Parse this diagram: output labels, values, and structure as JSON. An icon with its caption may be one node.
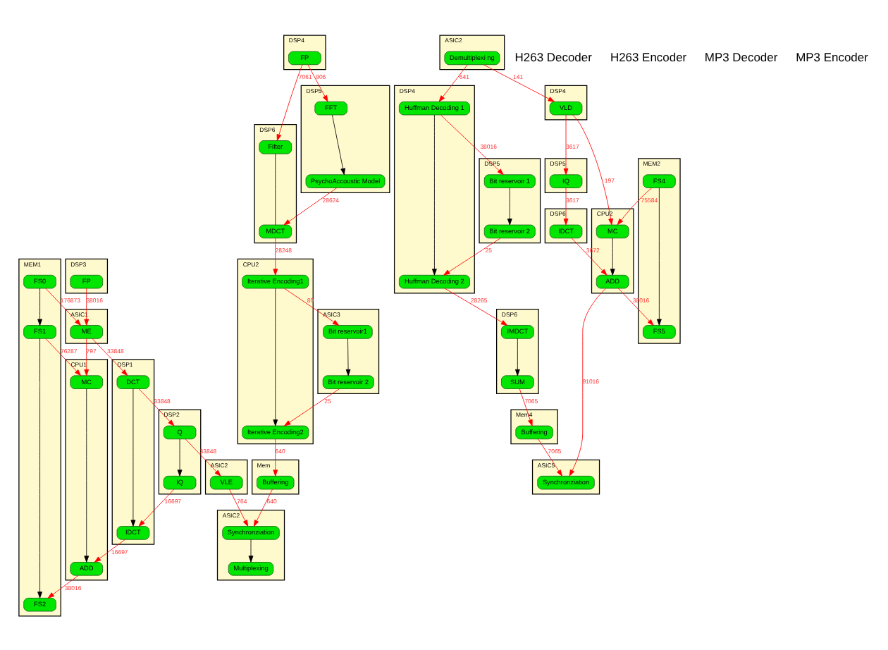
{
  "diagram": {
    "nodes": [
      {
        "text": [
          "ASIC1"
        ]
      },
      {
        "text": [
          "ME"
        ],
        "in": 0
      },
      {
        "text": [
          "DSP1"
        ]
      },
      {
        "text": [
          "DCT"
        ],
        "in": 2
      },
      {
        "text": [
          "IDCT"
        ],
        "in": 2
      },
      {
        "text": [
          "DSP2"
        ]
      },
      {
        "text": [
          "Q"
        ],
        "in": 5
      },
      {
        "text": [
          "IQ"
        ],
        "in": 5
      },
      {
        "text": [
          "DSP3"
        ]
      },
      {
        "text": [
          "FP"
        ],
        "in": 8
      },
      {
        "text": [
          "ASIC2"
        ]
      },
      {
        "text": [
          "VLE"
        ],
        "in": 10
      },
      {
        "text": [
          "CPU1"
        ]
      },
      {
        "text": [
          "MC"
        ],
        "in": 12
      },
      {
        "text": [
          "ADD"
        ],
        "in": 12
      },
      {
        "text": [
          "MEM1"
        ]
      },
      {
        "text": [
          "FS0"
        ],
        "in": 15
      },
      {
        "text": [
          "FS1"
        ],
        "in": 15
      },
      {
        "text": [
          "FS2"
        ],
        "in": 15
      },
      {
        "text": [
          "ASIC2"
        ]
      },
      {
        "text": [
          "Synchronziation"
        ],
        "in": 19
      },
      {
        "text": [
          "Multiplexing"
        ],
        "in": 19
      },
      {
        "text": [
          "DSP4"
        ]
      },
      {
        "text": [
          "FP"
        ],
        "in": 22
      },
      {
        "text": [
          "DSP5"
        ]
      },
      {
        "text": [
          "FFT"
        ],
        "in": 24
      },
      {
        "text": [
          "PsychoAccoustic Model"
        ],
        "in": 24
      },
      {
        "text": [
          "DSP6"
        ]
      },
      {
        "text": [
          "Filter"
        ],
        "in": 27
      },
      {
        "text": [
          "MDCT"
        ],
        "in": 27
      },
      {
        "text": [
          "CPU2"
        ]
      },
      {
        "text": [
          "Iterative Encoding1"
        ],
        "in": 30
      },
      {
        "text": [
          "Iterative Encoding2"
        ],
        "in": 30
      },
      {
        "text": [
          "ASIC3"
        ]
      },
      {
        "text": [
          "Bit reservoir1"
        ],
        "in": 33
      },
      {
        "text": [
          "Bit reservoir 2"
        ],
        "in": 33
      },
      {
        "text": [
          "Mem"
        ]
      },
      {
        "text": [
          "Buffering"
        ],
        "in": 36
      },
      {
        "text": [
          "ASIC2"
        ]
      },
      {
        "text": [
          "Demultiplexi ng"
        ],
        "in": 38
      },
      {
        "text": [
          "DSP4"
        ]
      },
      {
        "text": [
          "VLD"
        ],
        "in": 40
      },
      {
        "text": [
          "DSP5"
        ]
      },
      {
        "text": [
          "IQ"
        ],
        "in": 42
      },
      {
        "text": [
          "DSP6"
        ]
      },
      {
        "text": [
          "IDCT"
        ],
        "in": 44
      },
      {
        "text": [
          "CPU2"
        ]
      },
      {
        "text": [
          "MC"
        ],
        "in": 46
      },
      {
        "text": [
          "ADD"
        ],
        "in": 46
      },
      {
        "text": [
          "MEM2"
        ]
      },
      {
        "text": [
          "FS4"
        ],
        "in": 49
      },
      {
        "text": [
          "FS5"
        ],
        "in": 49
      },
      {
        "text": [
          "DSP4"
        ]
      },
      {
        "text": [
          "Huffman Decoding 1"
        ],
        "in": 52
      },
      {
        "text": [
          "Huffman Decoding 2"
        ],
        "in": 52
      },
      {
        "text": [
          "DSP5"
        ]
      },
      {
        "text": [
          "Bit reservoir 1"
        ],
        "in": 55
      },
      {
        "text": [
          "Bit reservoir 2"
        ],
        "in": 55
      },
      {
        "text": [
          "DSP6"
        ]
      },
      {
        "text": [
          "IMDCT"
        ],
        "in": 58
      },
      {
        "text": [
          "SUM"
        ],
        "in": 58
      },
      {
        "text": [
          "Mem4"
        ]
      },
      {
        "text": [
          "Buffering"
        ],
        "in": 61
      },
      {
        "text": [
          "ASIC5"
        ]
      },
      {
        "text": [
          "Synchronziation"
        ],
        "in": 63
      }
    ],
    "edges": [
      {
        "from": 1,
        "to": 3,
        "arrow": "to",
        "label": "33848"
      },
      {
        "from": 3,
        "to": 4,
        "arrow": "to",
        "color": "#000000"
      },
      {
        "from": 3,
        "to": 6,
        "arrow": "to",
        "label": "33848"
      },
      {
        "from": 6,
        "to": 7,
        "arrow": "to",
        "color": "#000000"
      },
      {
        "from": 7,
        "to": 4,
        "arrow": "to",
        "label": "16697"
      },
      {
        "from": 9,
        "to": 1,
        "arrow": "to",
        "label": "38016"
      },
      {
        "from": 16,
        "to": 1,
        "arrow": "to",
        "label": "176873"
      },
      {
        "from": 1,
        "to": 13,
        "arrow": "to",
        "label": "797"
      },
      {
        "from": 6,
        "to": 11,
        "arrow": "to",
        "label": "33848"
      },
      {
        "from": 4,
        "to": 14,
        "arrow": "to",
        "label": "16697"
      },
      {
        "from": 13,
        "to": 14,
        "arrow": "to",
        "color": "#000000"
      },
      {
        "from": 17,
        "to": 13,
        "arrow": "to",
        "label": "76287"
      },
      {
        "from": 14,
        "to": 18,
        "arrow": "to",
        "label": "38016"
      },
      {
        "from": 16,
        "to": 17,
        "arrow": "to",
        "color": "#000000"
      },
      {
        "from": 17,
        "to": 18,
        "arrow": "to",
        "color": "#000000"
      },
      {
        "from": 11,
        "to": 20,
        "arrow": "to",
        "label": "764"
      },
      {
        "from": 20,
        "to": 21,
        "arrow": "to",
        "color": "#000000"
      },
      {
        "from": 37,
        "to": 20,
        "arrow": "to",
        "label": "640"
      },
      {
        "from": 23,
        "to": 25,
        "arrow": "to",
        "label": "906"
      },
      {
        "from": 23,
        "to": 28,
        "arrow": "to",
        "label": "7061"
      },
      {
        "from": 25,
        "to": 26,
        "arrow": "to",
        "color": "#000000"
      },
      {
        "from": 26,
        "to": 29,
        "arrow": "to",
        "label": "28624"
      },
      {
        "from": 28,
        "to": 29,
        "arrow": "none",
        "color": "#000000"
      },
      {
        "from": 29,
        "to": 31,
        "arrow": "to",
        "label": "28248"
      },
      {
        "from": 31,
        "to": 32,
        "arrow": "to",
        "color": "#000000"
      },
      {
        "from": 31,
        "to": 34,
        "arrow": "to",
        "label": "80"
      },
      {
        "from": 34,
        "to": 35,
        "arrow": "to",
        "color": "#000000"
      },
      {
        "from": 35,
        "to": 32,
        "arrow": "to",
        "label": "25"
      },
      {
        "from": 32,
        "to": 37,
        "arrow": "to",
        "label": "640"
      },
      {
        "from": 39,
        "to": 41,
        "arrow": "to",
        "label": "141"
      },
      {
        "from": 39,
        "to": 53,
        "arrow": "to",
        "label": "641"
      },
      {
        "from": 41,
        "to": 43,
        "arrow": "to",
        "label": "3617"
      },
      {
        "from": 41,
        "to": 47,
        "arrow": "to",
        "label": "197"
      },
      {
        "from": 43,
        "to": 45,
        "arrow": "to",
        "label": "3617"
      },
      {
        "from": 45,
        "to": 48,
        "arrow": "to",
        "label": "3672"
      },
      {
        "from": 47,
        "to": 48,
        "arrow": "to",
        "color": "#000000"
      },
      {
        "from": 50,
        "to": 47,
        "arrow": "to",
        "label": "75584"
      },
      {
        "from": 48,
        "to": 51,
        "arrow": "to",
        "label": "38016"
      },
      {
        "from": 50,
        "to": 51,
        "arrow": "to",
        "color": "#000000"
      },
      {
        "from": 48,
        "to": 64,
        "arrow": "to",
        "label": "91016"
      },
      {
        "from": 53,
        "to": 54,
        "arrow": "to",
        "color": "#000000"
      },
      {
        "from": 53,
        "to": 56,
        "arrow": "to",
        "label": "38016"
      },
      {
        "from": 56,
        "to": 57,
        "arrow": "to",
        "color": "#000000"
      },
      {
        "from": 57,
        "to": 54,
        "arrow": "to",
        "label": "25"
      },
      {
        "from": 54,
        "to": 59,
        "arrow": "to",
        "label": "28265"
      },
      {
        "from": 59,
        "to": 60,
        "arrow": "to",
        "color": "#000000"
      },
      {
        "from": 60,
        "to": 62,
        "arrow": "to",
        "label": "7065"
      },
      {
        "from": 62,
        "to": 64,
        "arrow": "to",
        "label": "7065"
      }
    ],
    "labels": [
      "H263 Decoder",
      "H263 Encoder",
      "MP3 Decoder",
      "MP3 Encoder"
    ]
  }
}
